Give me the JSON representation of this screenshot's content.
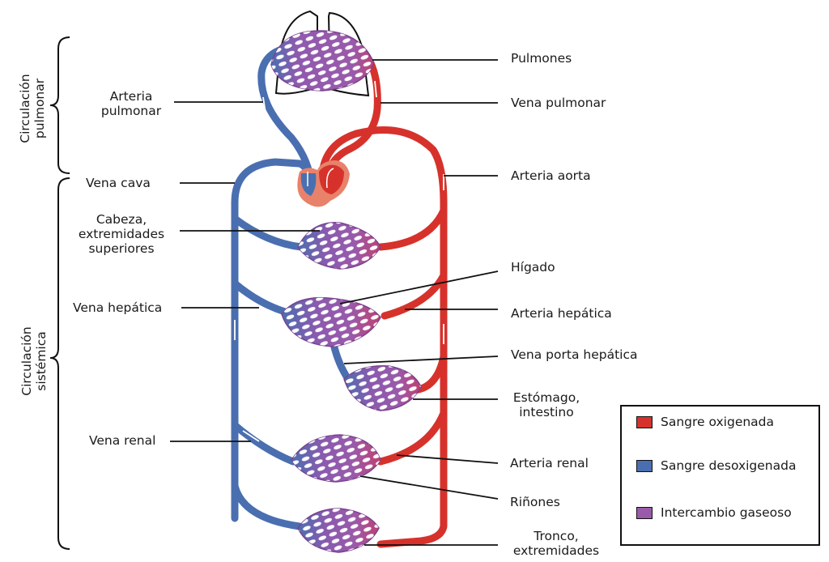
{
  "title": "Circulación pulmonar y sistémica",
  "brackets": {
    "pulmonary": "Circulación pulmonar",
    "pulmonary_lines": [
      "Circulación",
      "pulmonar"
    ],
    "systemic": "Circulación sistémica",
    "systemic_lines": [
      "Circulación",
      "sistémica"
    ]
  },
  "labels_left": {
    "arteria_pulmonar": [
      "Arteria",
      "pulmonar"
    ],
    "vena_cava": "Vena cava",
    "cabeza": [
      "Cabeza,",
      "extremidades",
      "superiores"
    ],
    "vena_hepatica": "Vena hepática",
    "vena_renal": "Vena renal"
  },
  "labels_right": {
    "pulmones": "Pulmones",
    "vena_pulmonar": "Vena pulmonar",
    "arteria_aorta": "Arteria aorta",
    "higado": "Hígado",
    "arteria_hepatica": "Arteria hepática",
    "vena_porta": "Vena porta hepática",
    "estomago": [
      "Estómago,",
      "intestino"
    ],
    "arteria_renal": "Arteria renal",
    "rinones": "Riñones",
    "tronco": [
      "Tronco,",
      "extremidades"
    ]
  },
  "legend": {
    "items": [
      {
        "label": "Sangre oxigenada",
        "color": "#d6322b"
      },
      {
        "label": "Sangre desoxigenada",
        "color": "#4a6fb0"
      },
      {
        "label": "Intercambio gaseoso",
        "color": "#9a5aaa"
      }
    ]
  },
  "colors": {
    "oxygenated": "#d6322b",
    "deoxygenated": "#4a6fb0",
    "exchange": "#9a5aaa",
    "heart": "#e8826a",
    "outline": "#111111"
  }
}
